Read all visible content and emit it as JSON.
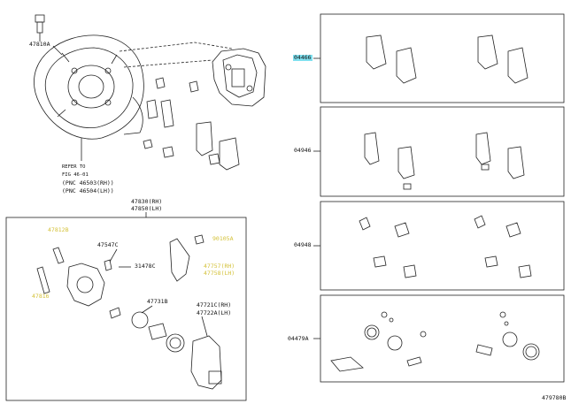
{
  "diagram": "brake parts",
  "labels": {
    "p47810A": "47810A",
    "note_refer": "REFER TO",
    "note_fig": "FIG 46-01",
    "pnc1": "(PNC 46503(RH))",
    "pnc2": "(PNC 46504(LH))",
    "p47830": "47830(RH)",
    "p47850": "47850(LH)",
    "p47547C": "47547C",
    "p31478C": "31478C",
    "p47731B": "47731B",
    "p47721C": "47721C(RH)",
    "p47722A": "47722A(LH)",
    "y_a": "47812B",
    "y_b": "47816",
    "y_c": "90105A",
    "y_d": "47757(RH)",
    "y_e": "47758(LH)",
    "k04466": "04466",
    "k04946": "04946",
    "k04948": "04948",
    "k04479A": "04479A",
    "footer": "479780B"
  },
  "colors": {
    "highlight": "#7fe0ef",
    "line": "#222222",
    "yellow_label": "#d4c23a"
  }
}
